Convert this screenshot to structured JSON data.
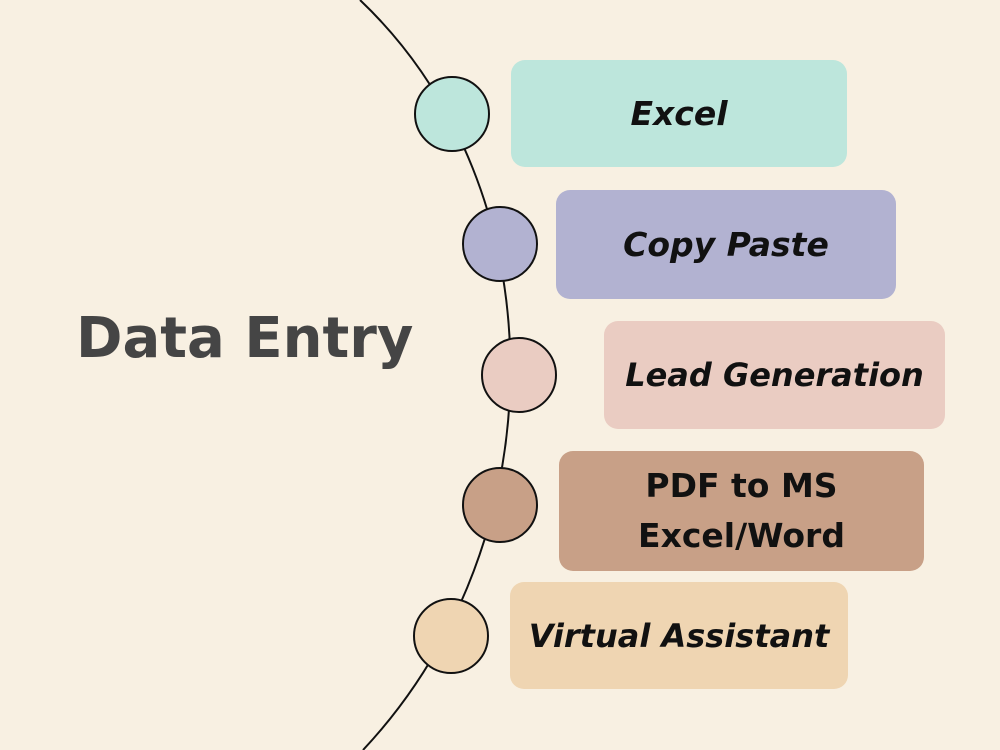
{
  "title": "Data Entry",
  "items": [
    {
      "label": "Excel",
      "color": "#bde6dc",
      "italic": true
    },
    {
      "label": "Copy Paste",
      "color": "#b2b2d1",
      "italic": true
    },
    {
      "label": "Lead Generation",
      "color": "#eaccc2",
      "italic": true
    },
    {
      "label": "PDF to MS\nExcel/Word",
      "color": "#c8a087",
      "italic": false
    },
    {
      "label": "Virtual Assistant",
      "color": "#efd5b2",
      "italic": true
    }
  ],
  "colors": {
    "background": "#f8f0e2",
    "title": "#454545",
    "line": "#111111"
  }
}
